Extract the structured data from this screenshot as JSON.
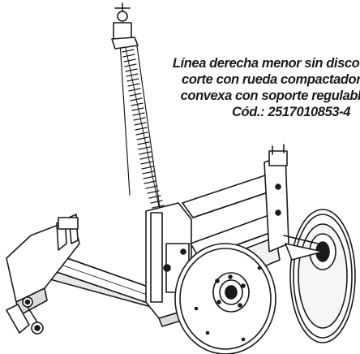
{
  "caption": {
    "line1": "Línea derecha menor sin disco de",
    "line2": "corte con rueda compactadora",
    "line3": "convexa con soporte regulable",
    "line4": "Cód.: 2517010853-4"
  },
  "colors": {
    "ink": "#1a1a1a",
    "paper": "#ffffff",
    "shade": "#cfcfcf"
  },
  "icons": {
    "drawing": "planter-row-unit-illustration"
  }
}
